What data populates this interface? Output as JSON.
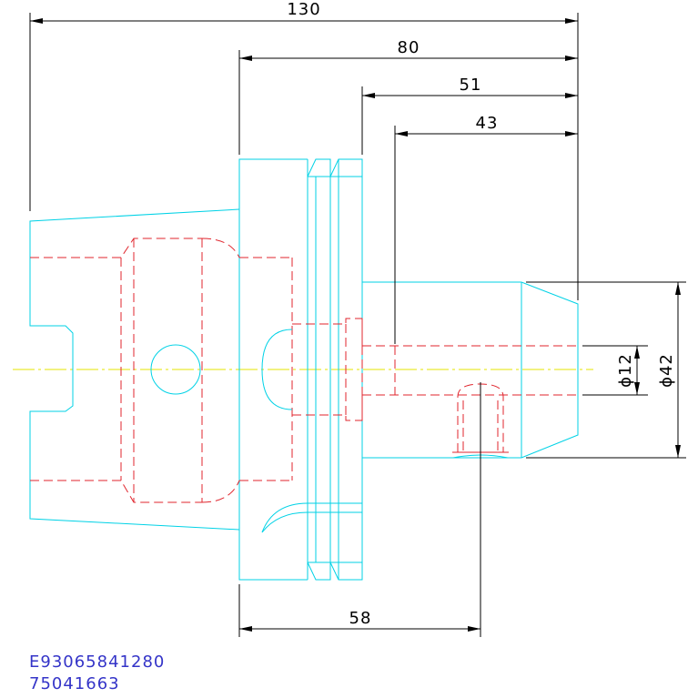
{
  "dimensions": {
    "overall_length": "130",
    "flange_to_tip": "80",
    "body_length": "51",
    "bore_depth": "43",
    "flange_to_setscrew": "58",
    "bore_diameter": "ϕ12",
    "body_diameter": "ϕ42"
  },
  "codes": {
    "line1": "E93065841280",
    "line2": "75041663"
  },
  "colors": {
    "outline": "#00d2e6",
    "hidden": "#e0262e",
    "centerline": "#e6e600",
    "dimension": "#000000",
    "code_text": "#3434c8"
  }
}
